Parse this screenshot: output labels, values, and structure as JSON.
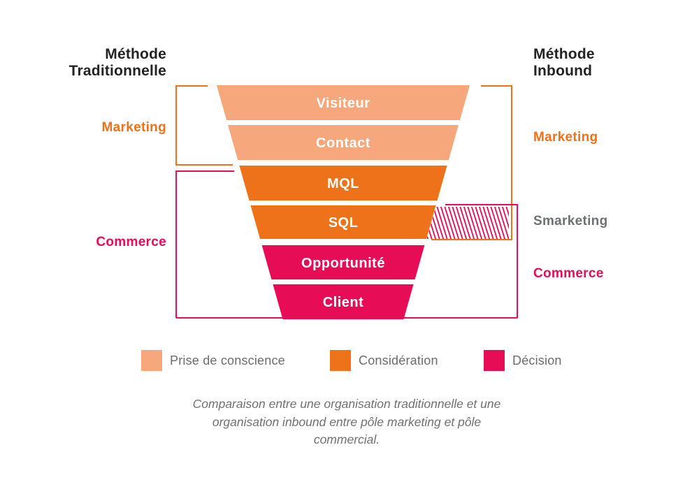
{
  "colors": {
    "awareness": "#F6A77B",
    "consideration": "#EE7219",
    "decision": "#E60C55",
    "heading": "#232323",
    "smarketing_text": "#6E7072"
  },
  "headers": {
    "traditional": {
      "line1": "Méthode",
      "line2": "Traditionnelle"
    },
    "inbound": {
      "line1": "Méthode",
      "line2": "Inbound"
    }
  },
  "funnel": {
    "stages": [
      {
        "label": "Visiteur",
        "phase": "Prise de conscience",
        "color": "#F6A77B"
      },
      {
        "label": "Contact",
        "phase": "Prise de conscience",
        "color": "#F6A77B"
      },
      {
        "label": "MQL",
        "phase": "Considération",
        "color": "#EE7219"
      },
      {
        "label": "SQL",
        "phase": "Considération",
        "color": "#EE7219"
      },
      {
        "label": "Opportunité",
        "phase": "Décision",
        "color": "#E60C55"
      },
      {
        "label": "Client",
        "phase": "Décision",
        "color": "#E60C55"
      }
    ]
  },
  "side_labels": {
    "traditional": {
      "marketing": {
        "label": "Marketing",
        "color": "#EE7219"
      },
      "commerce": {
        "label": "Commerce",
        "color": "#E60C55"
      }
    },
    "inbound": {
      "marketing": {
        "label": "Marketing",
        "color": "#EE7219"
      },
      "smarketing": {
        "label": "Smarketing",
        "color": "#6E7072"
      },
      "commerce": {
        "label": "Commerce",
        "color": "#E60C55"
      }
    }
  },
  "legend": {
    "items": [
      {
        "label": "Prise de conscience",
        "color": "#F6A77B"
      },
      {
        "label": "Considération",
        "color": "#EE7219"
      },
      {
        "label": "Décision",
        "color": "#E60C55"
      }
    ]
  },
  "caption": {
    "lines": [
      "Comparaison entre une organisation traditionnelle et une",
      "organisation inbound entre pôle marketing et pôle",
      "commercial."
    ]
  }
}
